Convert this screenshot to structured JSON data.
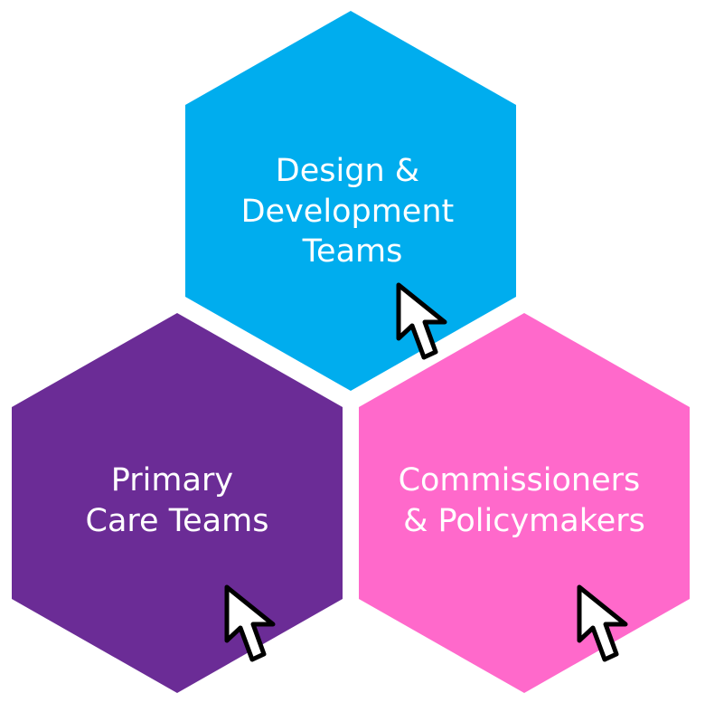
{
  "colors": {
    "background": "#ffffff",
    "design_hex": "#00ADEE",
    "primary_hex": "#6B2C96",
    "commissioners_hex": "#FF69CB",
    "label_text": "#ffffff",
    "cursor_fill": "#ffffff",
    "cursor_outline": "#000000"
  },
  "hexagons": [
    {
      "id": "design",
      "lines": [
        "Design &",
        "Development",
        "Teams"
      ],
      "icon": "mouse-pointer-icon"
    },
    {
      "id": "primary",
      "lines": [
        "Primary",
        "Care Teams"
      ],
      "icon": "mouse-pointer-icon"
    },
    {
      "id": "commissioners",
      "lines": [
        "Commissioners",
        "& Policymakers"
      ],
      "icon": "mouse-pointer-icon"
    }
  ]
}
